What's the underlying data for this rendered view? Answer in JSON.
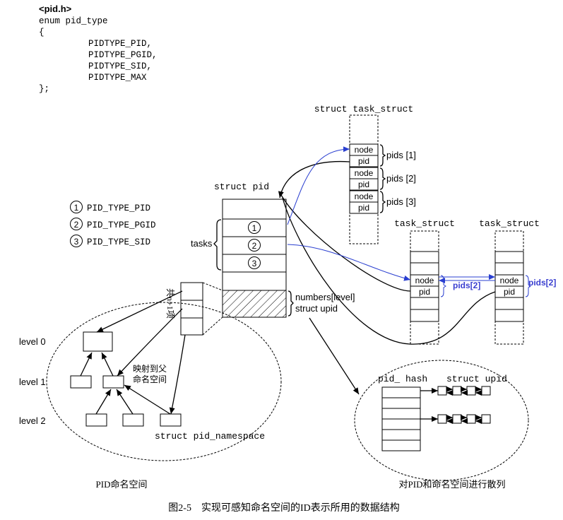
{
  "code": {
    "header": "<pid.h>",
    "lines": [
      "enum pid_type",
      "{",
      "PIDTYPE_PID,",
      "PIDTYPE_PGID,",
      "PIDTYPE_SID,",
      "PIDTYPE_MAX",
      "};"
    ]
  },
  "legend": [
    {
      "num": "1",
      "label": "PID_TYPE_PID"
    },
    {
      "num": "2",
      "label": "PID_TYPE_PGID"
    },
    {
      "num": "3",
      "label": "PID_TYPE_SID"
    }
  ],
  "task_struct_top": {
    "title": "struct task_struct",
    "fields": [
      "node",
      "pid",
      "node",
      "pid",
      "node",
      "pid"
    ],
    "pids_labels": [
      "pids [1]",
      "pids [2]",
      "pids [3]"
    ]
  },
  "task_struct_mid": {
    "title": "task_struct",
    "node": "node",
    "pid": "pid",
    "pids_label": "pids[2]"
  },
  "task_struct_right": {
    "title": "task_struct",
    "node": "node",
    "pid": "pid",
    "pids_label": "pids[2]"
  },
  "struct_pid": {
    "title": "struct pid",
    "tasks_label": "tasks",
    "slots": [
      "1",
      "2",
      "3"
    ],
    "numbers_label": [
      "numbers[level]",
      "struct upid"
    ]
  },
  "upid_count_label": "共n+1项",
  "namespace": {
    "levels": [
      "level 0",
      "level 1",
      "level 2"
    ],
    "map_label": [
      "映射到父",
      "命名空间"
    ],
    "struct_label": "struct pid_namespace",
    "caption": "PID命名空间"
  },
  "hash": {
    "title_left": "pid_ hash",
    "title_right": "struct upid",
    "caption": "对PID和命名空间进行散列"
  },
  "figure_caption": "图2-5　实现可感知命名空间的ID表示所用的数据结构",
  "colors": {
    "link_arrow": "#2a3fd0",
    "label_blue": "#3a3fd0"
  }
}
